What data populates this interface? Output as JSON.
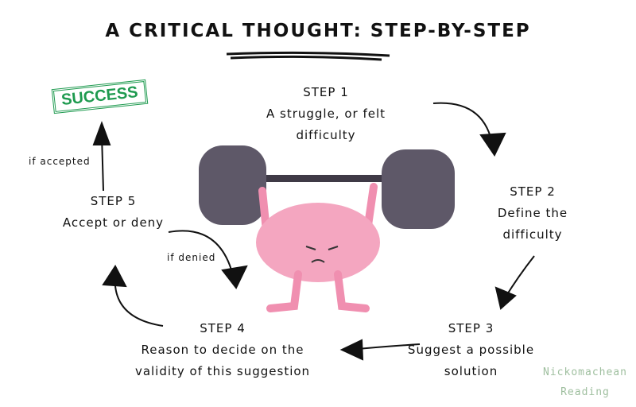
{
  "title": "A CRITICAL THOUGHT: STEP-BY-STEP",
  "steps": [
    {
      "label": "STEP 1",
      "text": "A struggle, or felt difficulty"
    },
    {
      "label": "STEP 2",
      "text": "Define the difficulty"
    },
    {
      "label": "STEP 3",
      "text": "Suggest a possible solution"
    },
    {
      "label": "STEP 4",
      "text": "Reason to decide on the validity of this suggestion"
    },
    {
      "label": "STEP 5",
      "text": "Accept or deny"
    }
  ],
  "branches": {
    "accepted": "if accepted",
    "denied": "if denied"
  },
  "stamp": "SUCCESS",
  "watermark": "Nickomachean Reading",
  "colors": {
    "stamp": "#1e9a4f",
    "brain": "#f4a6c0",
    "weight": "#5e5868"
  }
}
